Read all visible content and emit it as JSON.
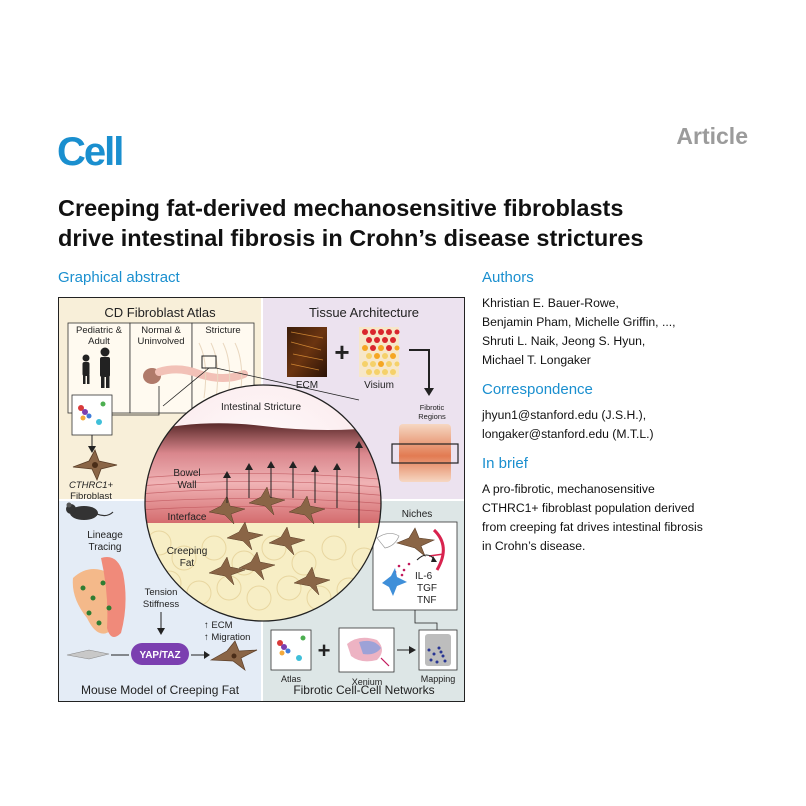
{
  "journal": {
    "logo": "Cell",
    "type": "Article"
  },
  "title_lines": [
    "Creeping fat-derived mechanosensitive fibroblasts",
    "drive intestinal fibrosis in Crohn’s disease strictures"
  ],
  "graphical_abstract": {
    "heading": "Graphical abstract",
    "atlas": {
      "title": "CD Fibroblast Atlas",
      "col1": [
        "Pediatric &",
        "Adult"
      ],
      "col2": [
        "Normal &",
        "Uninvolved"
      ],
      "col3": "Stricture",
      "cell_label": [
        "CTHRC1+",
        "Fibroblast"
      ]
    },
    "tissue": {
      "title": "Tissue Architecture",
      "ecm": "ECM",
      "visium": "Visium",
      "plus": "+",
      "fibrotic_regions": [
        "Fibrotic",
        "Regions"
      ]
    },
    "circle": {
      "title": "Intestinal Stricture",
      "bowel_wall": [
        "Bowel",
        "Wall"
      ],
      "interface": "Interface",
      "creeping_fat": [
        "Creeping",
        "Fat"
      ]
    },
    "mouse": {
      "lineage": [
        "Lineage",
        "Tracing"
      ],
      "tension": [
        "Tension",
        "Stiffness"
      ],
      "yap": "YAP/TAZ",
      "up_ecm": "↑ ECM",
      "up_migration": "↑ Migration",
      "title": "Mouse Model of Creeping Fat"
    },
    "networks": {
      "niches": "Niches",
      "il6": "IL-6",
      "tgf": "TGF",
      "tnf": "TNF",
      "atlas": "Atlas",
      "xenium": "Xenium",
      "mapping": "Mapping",
      "plus": "+",
      "title": "Fibrotic Cell-Cell Networks"
    }
  },
  "authors": {
    "heading": "Authors",
    "lines": [
      "Khristian E. Bauer-Rowe,",
      "Benjamin Pham, Michelle Griffin, ...,",
      "Shruti L. Naik, Jeong S. Hyun,",
      "Michael T. Longaker"
    ]
  },
  "correspondence": {
    "heading": "Correspondence",
    "lines": [
      "jhyun1@stanford.edu (J.S.H.),",
      "longaker@stanford.edu (M.T.L.)"
    ]
  },
  "in_brief": {
    "heading": "In brief",
    "lines": [
      "A pro-fibrotic, mechanosensitive",
      "CTHRC1+ fibroblast population derived",
      "from creeping fat drives intestinal fibrosis",
      "in Crohn’s disease."
    ]
  },
  "colors": {
    "accent": "#1a8fcf",
    "muted": "#9b9b9b",
    "atlas_bg": "#f8efd9",
    "tissue_bg": "#ece2ef",
    "mouse_bg": "#e4ecf6",
    "networks_bg": "#dde6e6"
  }
}
